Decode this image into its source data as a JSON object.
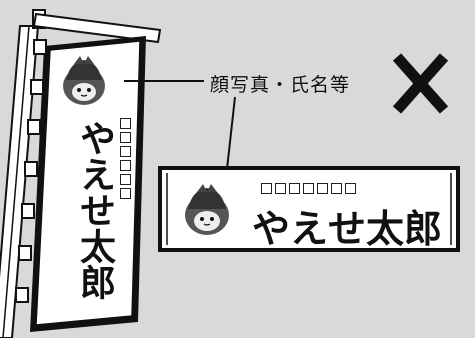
{
  "callout": {
    "label": "顔写真・氏名等",
    "mark": "✕"
  },
  "banner": {
    "name": "やえせ太郎",
    "placeholder_count": 6
  },
  "sash": {
    "name": "やえせ太郎",
    "placeholder_count": 7
  },
  "icons": {
    "banner_mascot": "mascot-face-icon",
    "sash_mascot": "mascot-face-icon",
    "prohibited": "cross-mark-icon"
  }
}
